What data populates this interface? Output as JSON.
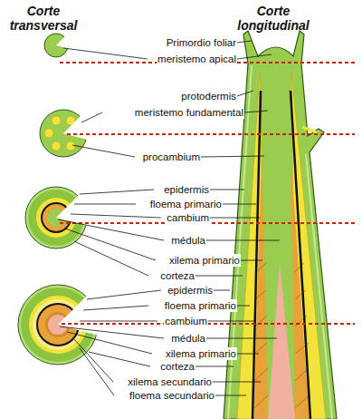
{
  "diagram": {
    "labels": [
      "Corte transversal",
      "Corte longitudinal",
      "Primordio foliar",
      "meristemo apical",
      "protodermis",
      "meristemo fundamental",
      "procambium",
      "epidermis",
      "floema primario",
      "cambium",
      "médula",
      "xilema primario",
      "corteza",
      "epidermis",
      "floema primario",
      "cambium",
      "médula",
      "xilema primario",
      "corteza",
      "xilema secundario",
      "floema secundario"
    ]
  }
}
